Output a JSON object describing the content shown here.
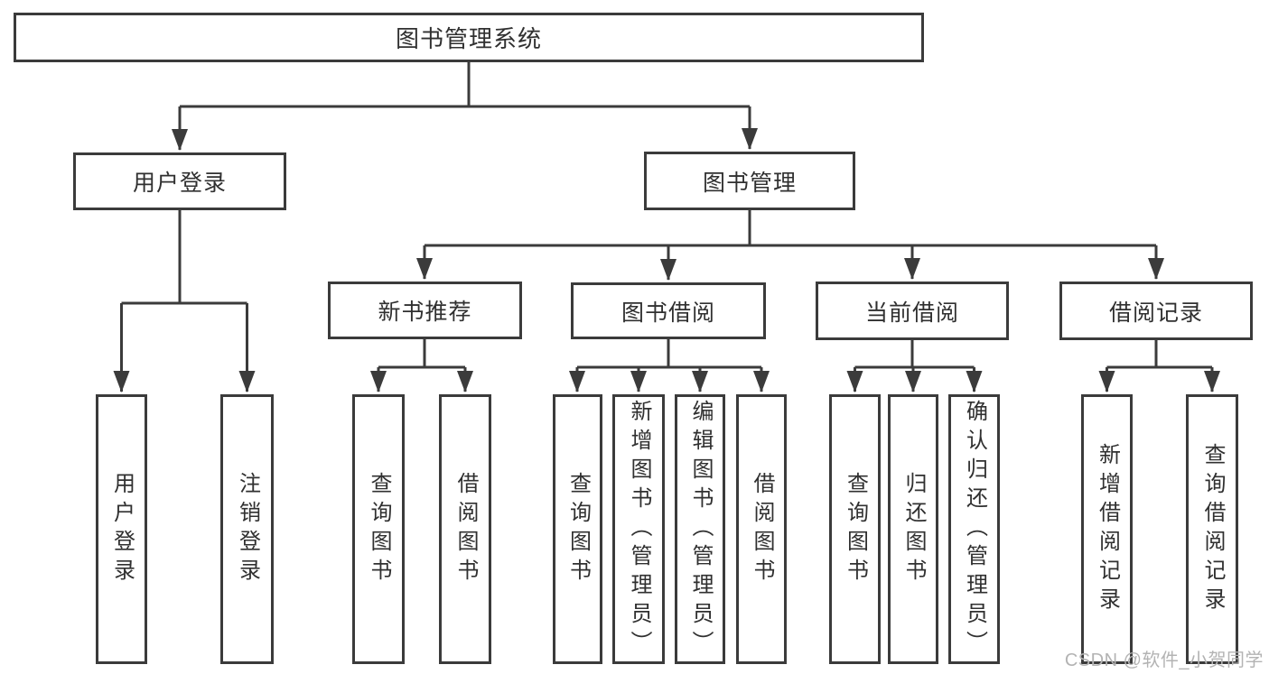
{
  "diagram": {
    "colors": {
      "line": "#3b3b3b",
      "box_fill": "#ffffff",
      "text": "#303030",
      "watermark": "#b3b3b3",
      "background": "#ffffff"
    },
    "nodes": {
      "root": {
        "label": "图书管理系统"
      },
      "user_login": {
        "label": "用户登录",
        "children": [
          {
            "label": "用户登录"
          },
          {
            "label": "注销登录"
          }
        ]
      },
      "book_mgmt": {
        "label": "图书管理",
        "groups": [
          {
            "label": "新书推荐",
            "children": [
              {
                "label": "查询图书"
              },
              {
                "label": "借阅图书"
              }
            ]
          },
          {
            "label": "图书借阅",
            "children": [
              {
                "label": "查询图书"
              },
              {
                "label": "新增图书（管理员）"
              },
              {
                "label": "编辑图书（管理员）"
              },
              {
                "label": "借阅图书"
              }
            ]
          },
          {
            "label": "当前借阅",
            "children": [
              {
                "label": "查询图书"
              },
              {
                "label": "归还图书"
              },
              {
                "label": "确认归还（管理员）"
              }
            ]
          },
          {
            "label": "借阅记录",
            "children": [
              {
                "label": "新增借阅记录"
              },
              {
                "label": "查询借阅记录"
              }
            ]
          }
        ]
      }
    },
    "watermark": "CSDN @软件_小贺同学"
  }
}
